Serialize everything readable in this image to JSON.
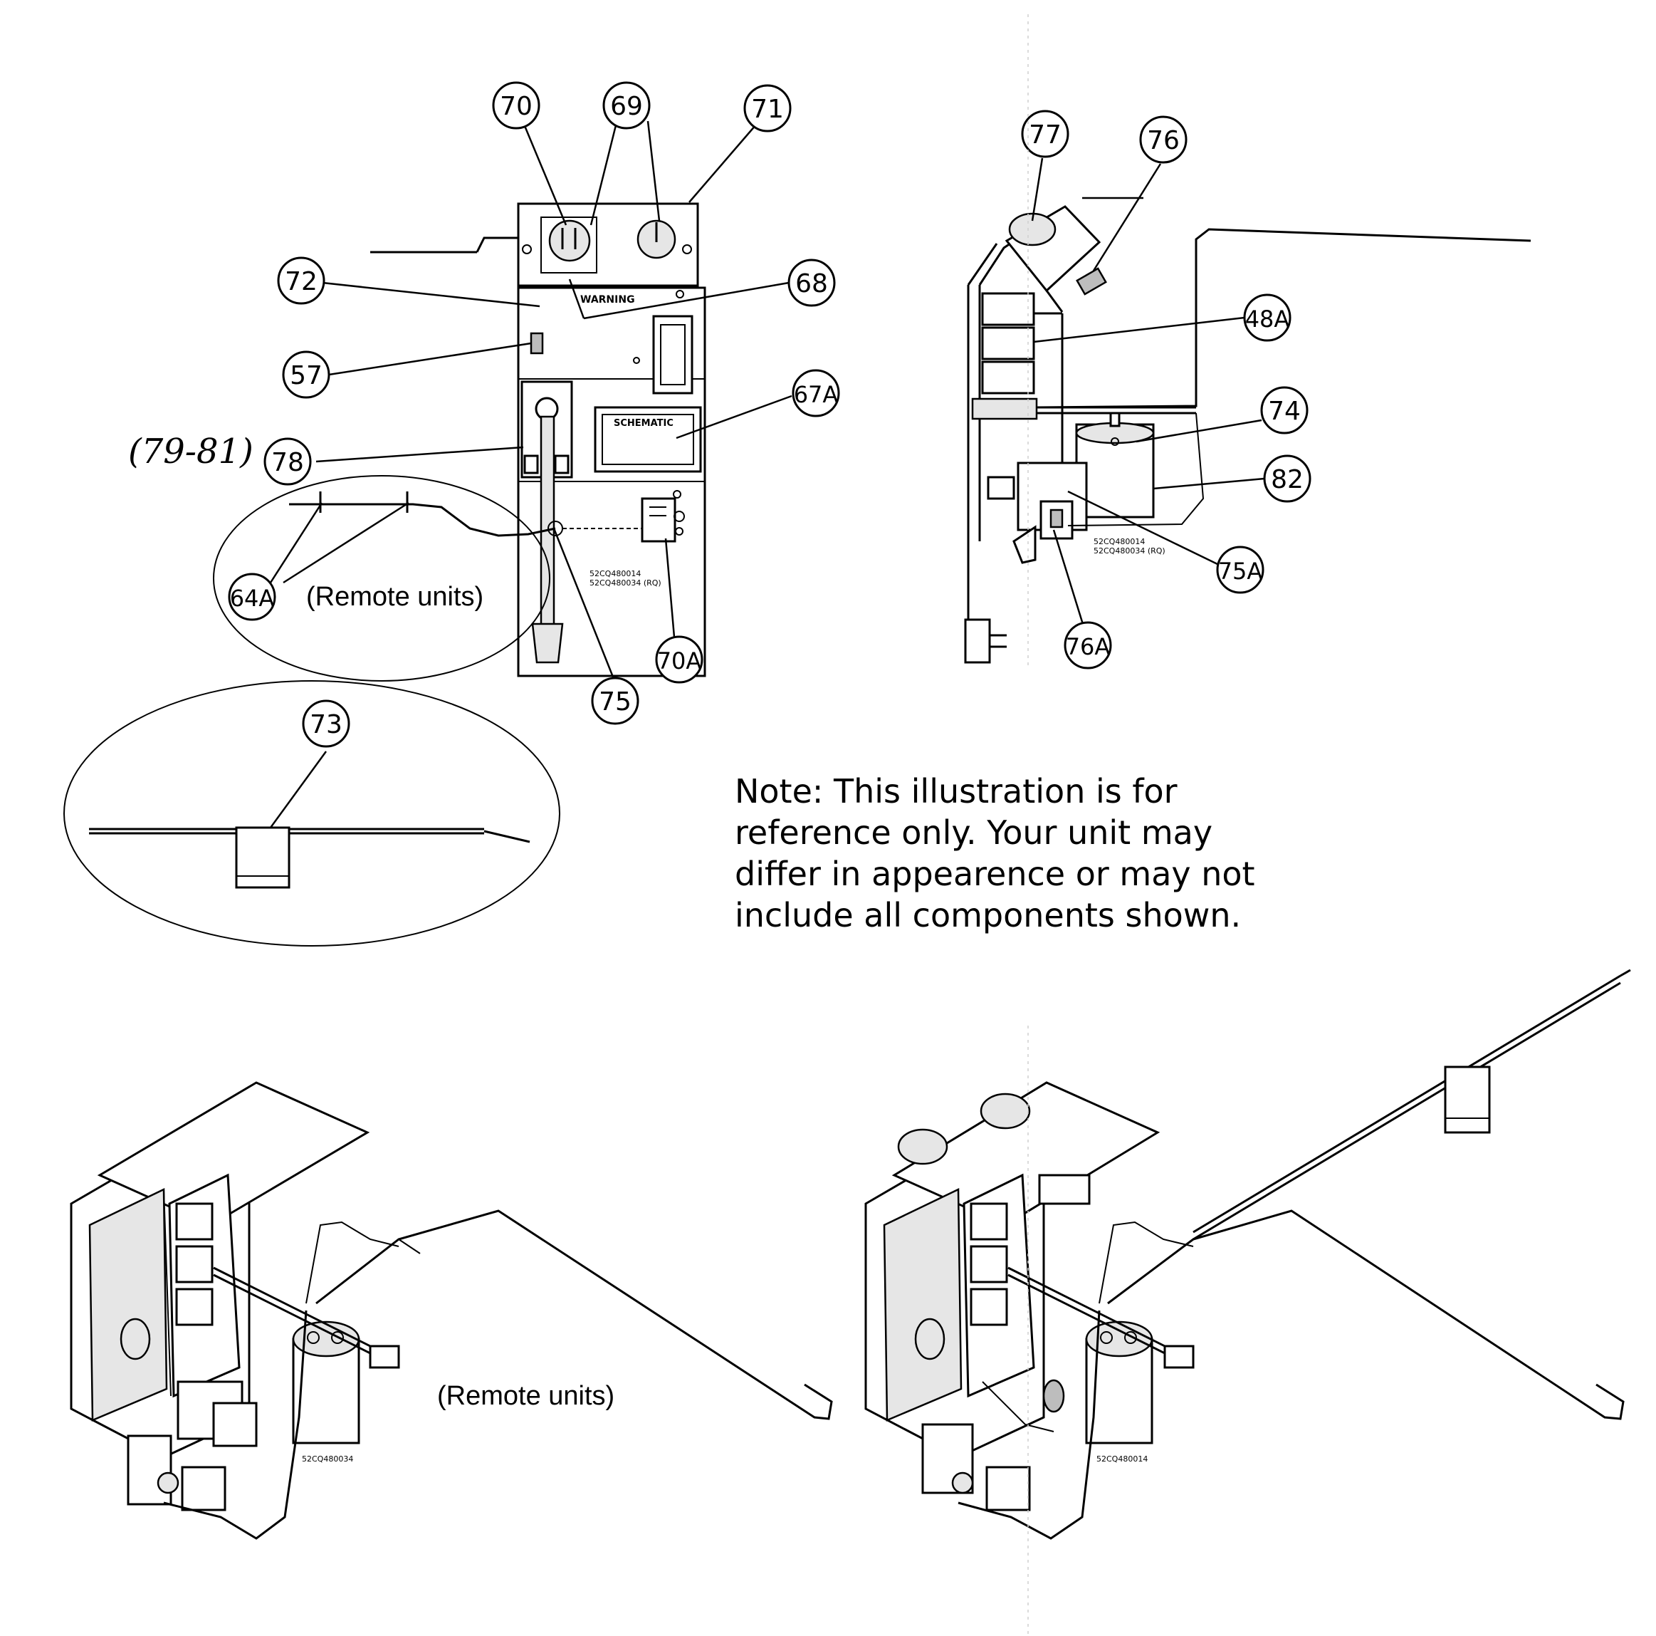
{
  "callouts": {
    "c70": "70",
    "c69": "69",
    "c71": "71",
    "c72": "72",
    "c68": "68",
    "c57": "57",
    "c67a": "67A",
    "c78": "78",
    "c64a": "64A",
    "c75": "75",
    "c70a": "70A",
    "c73": "73",
    "c77": "77",
    "c76": "76",
    "c48a": "48A",
    "c74": "74",
    "c82": "82",
    "c75a": "75A",
    "c76a": "76A"
  },
  "labels": {
    "remote_units_top": "(Remote units)",
    "remote_units_bottom": "(Remote units)",
    "handwritten_range": "(79-81)",
    "warning_text": "WARNING",
    "schematic_text": "SCHEMATIC",
    "model_left_1": "52CQ480014",
    "model_left_2": "52CQ480034 (RQ)",
    "model_right_1": "52CQ480014",
    "model_right_2": "52CQ480034 (RQ)",
    "bottom_left_model": "52CQ480034",
    "bottom_right_model": "52CQ480014"
  },
  "note": "Note: This illustration is for reference only. Your unit may differ in appearence or may not include all components shown."
}
